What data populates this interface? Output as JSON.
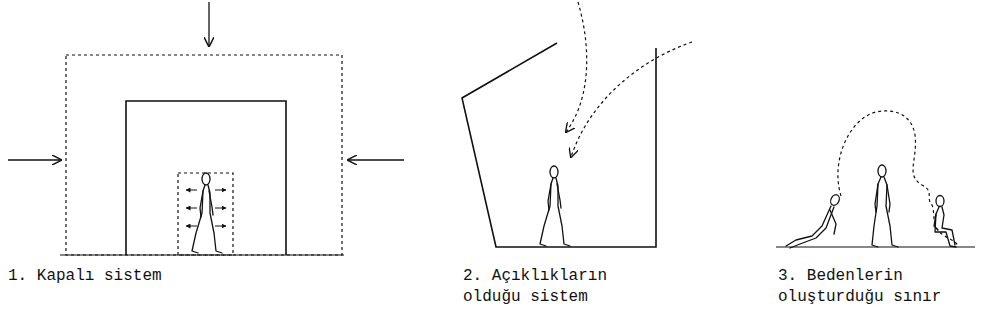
{
  "diagram": {
    "labels": [
      "1. Kapalı sistem",
      "2. Açıklıkların olduğu sistem",
      "3. Bedenlerin oluşturduğu sınır"
    ]
  }
}
